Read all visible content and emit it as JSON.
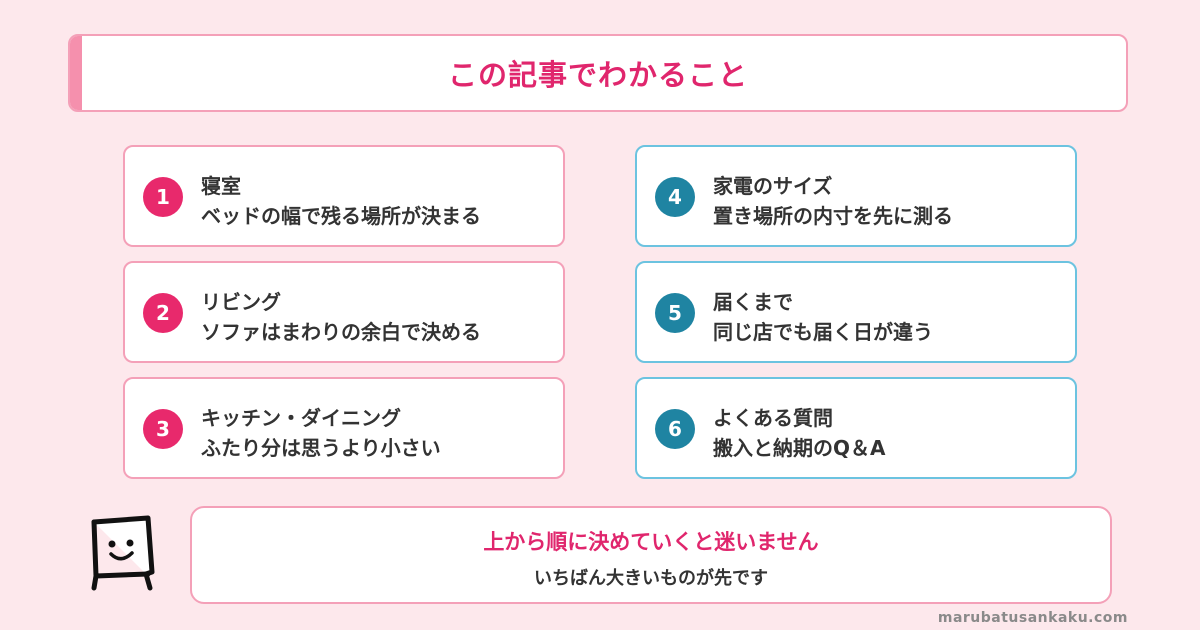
{
  "header": {
    "title": "この記事でわかること"
  },
  "items": [
    {
      "number": "1",
      "title": "寝室",
      "subtitle": "ベッドの幅で残る場所が決まる",
      "color": "#e8296c"
    },
    {
      "number": "2",
      "title": "リビング",
      "subtitle": "ソファはまわりの余白で決める",
      "color": "#e8296c"
    },
    {
      "number": "3",
      "title": "キッチン・ダイニング",
      "subtitle": "ふたり分は思うより小さい",
      "color": "#e8296c"
    },
    {
      "number": "4",
      "title": "家電のサイズ",
      "subtitle": "置き場所の内寸を先に測る",
      "color": "#1f84a2"
    },
    {
      "number": "5",
      "title": "届くまで",
      "subtitle": "同じ店でも届く日が違う",
      "color": "#1f84a2"
    },
    {
      "number": "6",
      "title": "よくある質問",
      "subtitle": "搬入と納期のQ＆A",
      "color": "#1f84a2"
    }
  ],
  "callout": {
    "main": "上から順に決めていくと迷いません",
    "sub": "いちばん大きいものが先です"
  },
  "footer": {
    "site": "marubatusankaku.com"
  },
  "colors": {
    "accent_pink": "#e0266d",
    "accent_blue": "#1f84a2",
    "background": "#fde8ec"
  }
}
